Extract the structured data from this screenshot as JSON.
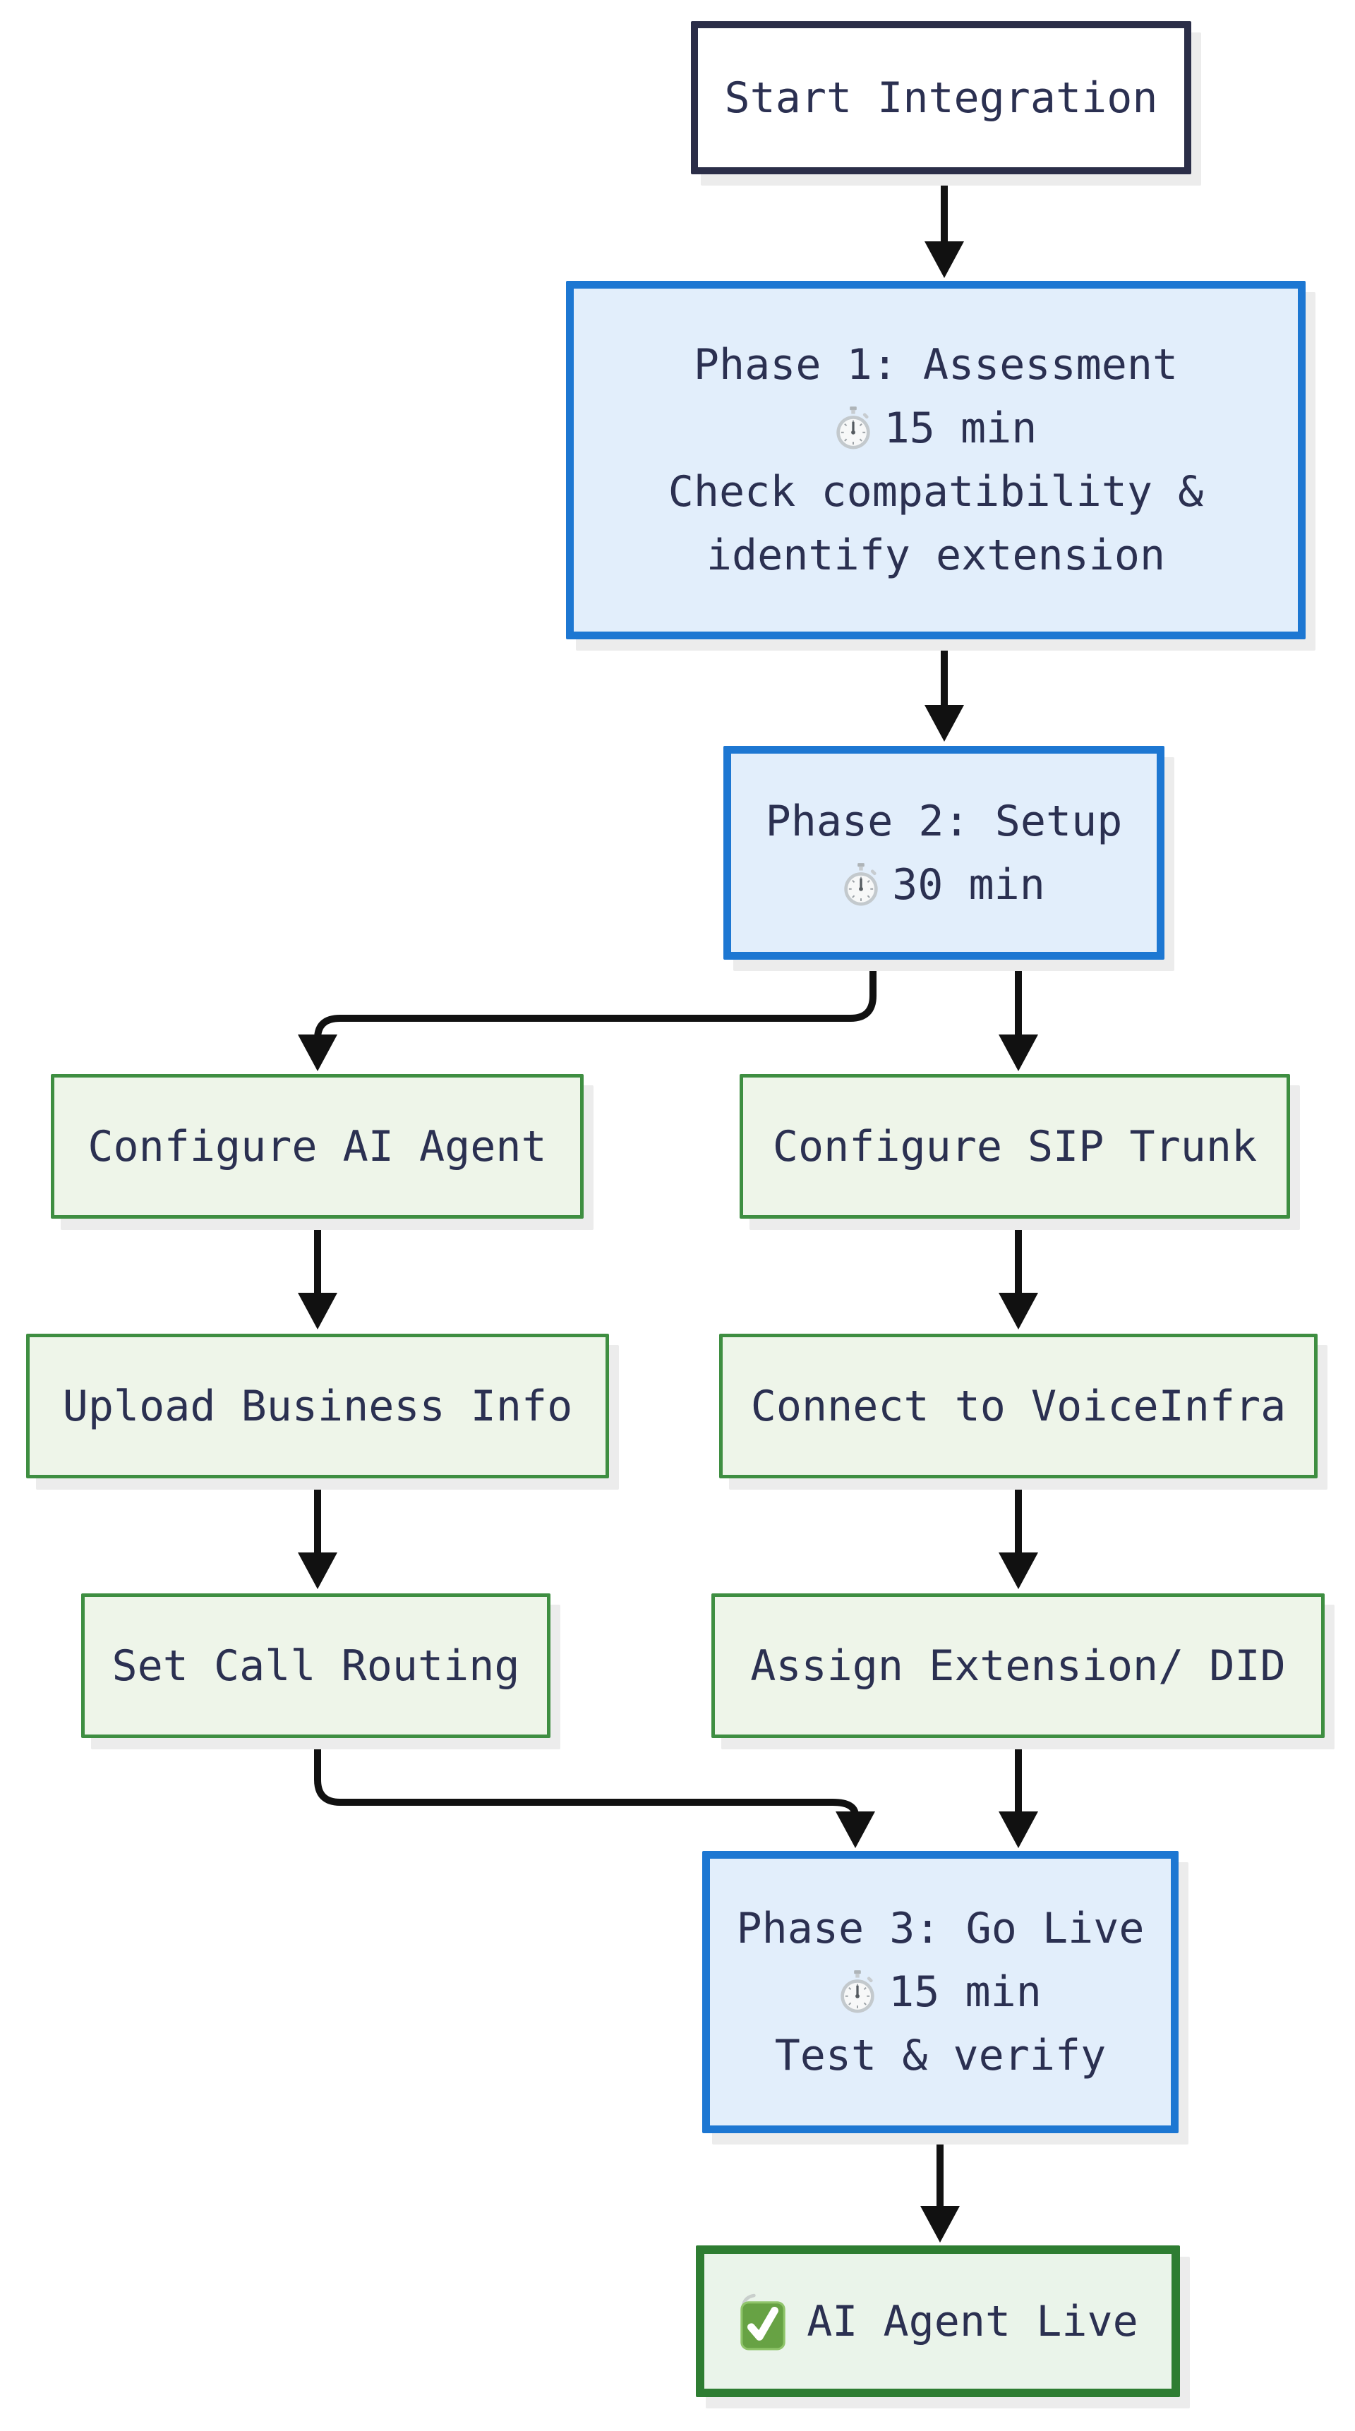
{
  "diagram": {
    "kind": "flowchart",
    "direction": "top-down",
    "nodes": {
      "start": {
        "label": "Start Integration"
      },
      "phase1": {
        "title": "Phase 1: Assessment",
        "duration": "15 min",
        "duration_icon": "stopwatch-icon",
        "description": [
          "Check compatibility &",
          "identify extension"
        ]
      },
      "phase2": {
        "title": "Phase 2: Setup",
        "duration": "30 min",
        "duration_icon": "stopwatch-icon"
      },
      "configure_ai_agent": {
        "label": "Configure AI Agent"
      },
      "configure_sip_trunk": {
        "label": "Configure SIP Trunk"
      },
      "upload_business_info": {
        "label": "Upload Business Info"
      },
      "connect_to_voiceinfra": {
        "label": "Connect to VoiceInfra"
      },
      "set_call_routing": {
        "label": "Set Call Routing"
      },
      "assign_extension_did": {
        "label": "Assign Extension/ DID"
      },
      "phase3": {
        "title": "Phase 3: Go Live",
        "duration": "15 min",
        "duration_icon": "stopwatch-icon",
        "description": [
          "Test & verify"
        ]
      },
      "ai_agent_live": {
        "label": "AI Agent Live",
        "icon": "check-mark-icon"
      }
    },
    "edges": [
      {
        "from": "start",
        "to": "phase1"
      },
      {
        "from": "phase1",
        "to": "phase2"
      },
      {
        "from": "phase2",
        "to": "configure_ai_agent"
      },
      {
        "from": "phase2",
        "to": "configure_sip_trunk"
      },
      {
        "from": "configure_ai_agent",
        "to": "upload_business_info"
      },
      {
        "from": "upload_business_info",
        "to": "set_call_routing"
      },
      {
        "from": "configure_sip_trunk",
        "to": "connect_to_voiceinfra"
      },
      {
        "from": "connect_to_voiceinfra",
        "to": "assign_extension_did"
      },
      {
        "from": "set_call_routing",
        "to": "phase3"
      },
      {
        "from": "assign_extension_did",
        "to": "phase3"
      },
      {
        "from": "phase3",
        "to": "ai_agent_live"
      }
    ],
    "colors": {
      "background": "#ffffff",
      "start_border": "#2b2e48",
      "start_fill": "#ffffff",
      "phase_border": "#1d77d2",
      "phase_fill": "#e2eefb",
      "task_border": "#3e8e41",
      "task_fill": "#eef5e9",
      "final_border": "#2e7d32",
      "final_fill": "#eaf4ea",
      "text": "#2b3051",
      "arrow": "#111111",
      "check_green": "#67a244"
    }
  }
}
